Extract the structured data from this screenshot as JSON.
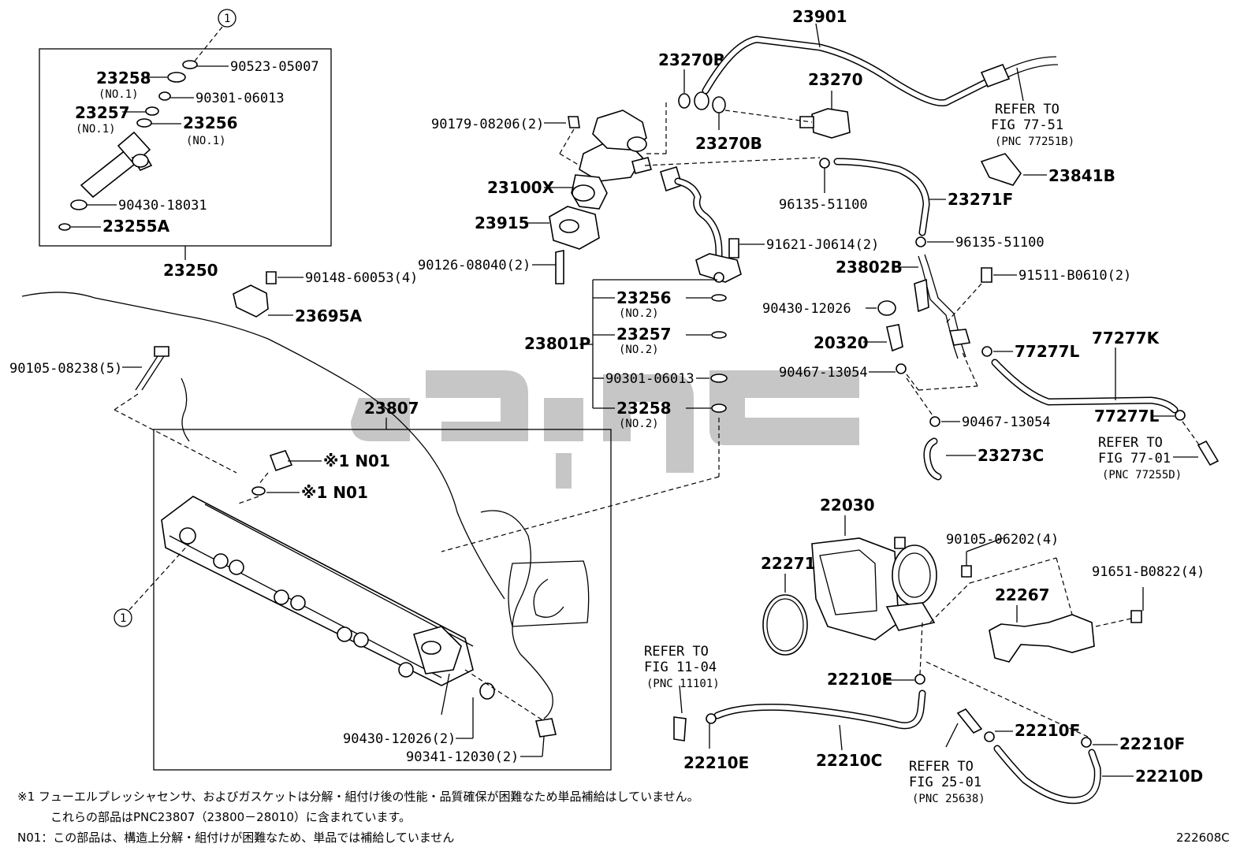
{
  "diagram": {
    "figure_code": "222608C",
    "ref_circle": "1",
    "kit_box_label": "23250",
    "injector_kit": {
      "p_90523": "90523-05007",
      "p_23258": "23258",
      "p_23258_sub": "(NO.1)",
      "p_90301": "90301-06013",
      "p_23257": "23257",
      "p_23257_sub": "(NO.1)",
      "p_23256": "23256",
      "p_23256_sub": "(NO.1)",
      "p_90430": "90430-18031",
      "p_23255A": "23255A"
    },
    "pump_area": {
      "p_90179": "90179-08206(2)",
      "p_23100X": "23100X",
      "p_23915": "23915",
      "p_90126": "90126-08040(2)",
      "p_90148": "90148-60053(4)",
      "p_23695A": "23695A",
      "p_91621": "91621-J0614(2)",
      "p_23270B_top": "23270B",
      "p_23270B_bot": "23270B",
      "p_23270": "23270",
      "p_23901": "23901",
      "p_96135_a": "96135-51100",
      "p_96135_b": "96135-51100",
      "p_23271F": "23271F",
      "p_23841B": "23841B",
      "refer_77_51": [
        "REFER TO",
        "FIG 77-51",
        "(PNC 77251B)"
      ]
    },
    "pipe_kit": {
      "p_23801P": "23801P",
      "p_23256": "23256",
      "p_23256_sub": "(NO.2)",
      "p_23257": "23257",
      "p_23257_sub": "(NO.2)",
      "p_90301": "90301-06013",
      "p_23258": "23258",
      "p_23258_sub": "(NO.2)"
    },
    "sensor_area": {
      "p_23802B": "23802B",
      "p_91511": "91511-B0610(2)",
      "p_90430_12026": "90430-12026",
      "p_20320": "20320",
      "p_77277L_a": "77277L",
      "p_77277K": "77277K",
      "p_77277L_b": "77277L",
      "p_90467_a": "90467-13054",
      "p_90467_b": "90467-13054",
      "p_23273C": "23273C",
      "refer_77_01": [
        "REFER TO",
        "FIG 77-01",
        "(PNC 77255D)"
      ]
    },
    "rail_area": {
      "p_90105_08238": "90105-08238(5)",
      "p_23807": "23807",
      "n01_a": "※1  N01",
      "n01_b": "※1  N01",
      "p_90430_12026_2": "90430-12026(2)",
      "p_90341": "90341-12030(2)"
    },
    "throttle_area": {
      "p_22030": "22030",
      "p_22271": "22271",
      "p_90105_06202": "90105-06202(4)",
      "p_91651": "91651-B0822(4)",
      "p_22267": "22267",
      "p_22210E_a": "22210E",
      "p_22210E_b": "22210E",
      "p_22210C": "22210C",
      "p_22210F_a": "22210F",
      "p_22210F_b": "22210F",
      "p_22210D": "22210D",
      "refer_11_04": [
        "REFER TO",
        "FIG 11-04",
        "(PNC 11101)"
      ],
      "refer_25_01": [
        "REFER TO",
        "FIG 25-01",
        "(PNC 25638)"
      ]
    },
    "footnotes": {
      "line1": "※1  フューエルプレッシャセンサ、およびガスケットは分解・組付け後の性能・品質確保が困難なため単品補給はしていません。",
      "line2": "これらの部品はPNC23807（23800－28010）に含まれています。",
      "line3": "N01：この部品は、構造上分解・組付けが困難なため、単品では補給していません"
    },
    "colors": {
      "ink": "#000000",
      "watermark": "#bcbcbc",
      "background": "#ffffff"
    }
  }
}
